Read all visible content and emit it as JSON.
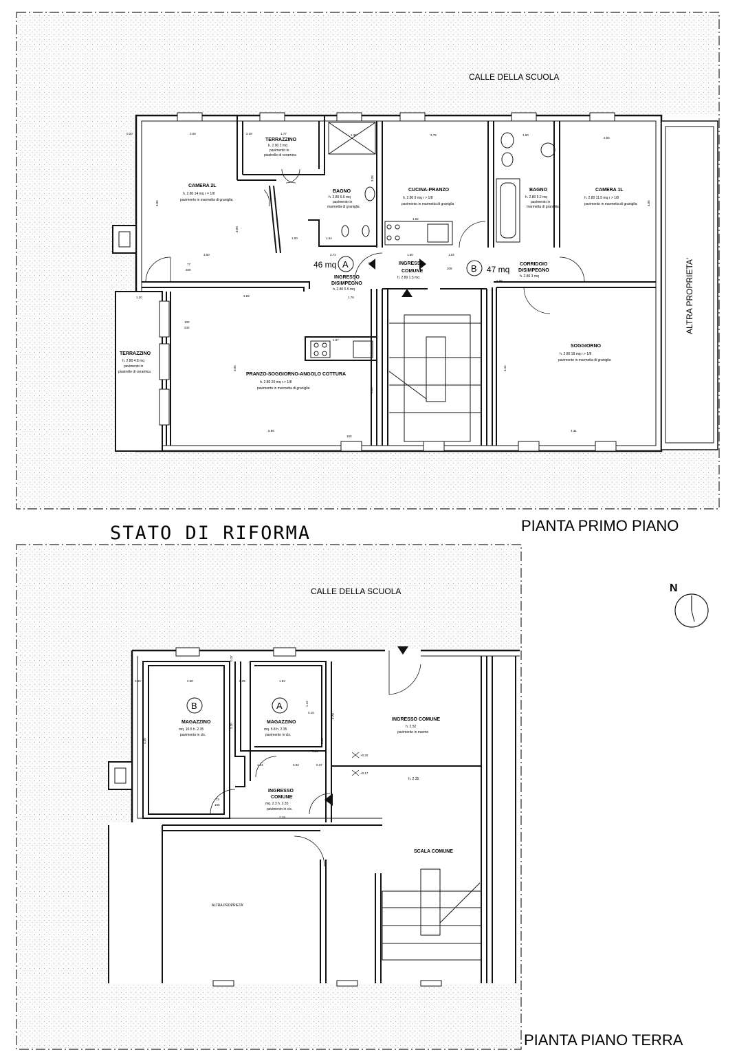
{
  "titles": {
    "stato": "STATO DI RIFORMA",
    "primo_piano": "PIANTA PRIMO PIANO",
    "piano_terra": "PIANTA PIANO TERRA"
  },
  "north": {
    "label": "N",
    "icon": "north-arrow-icon"
  },
  "first_floor": {
    "street": "CALLE DELLA SCUOLA",
    "altra_proprieta": "ALTRA PROPRIETA'",
    "unit_a": {
      "letter": "A",
      "area": "46 mq"
    },
    "unit_b": {
      "letter": "B",
      "area": "47 mq"
    },
    "rooms": {
      "camera2l": {
        "name": "CAMERA 2L",
        "line1": "h. 2.80   14 mq    r = 1/8",
        "line2": "pavimento in marmetta di graniglia"
      },
      "terrazzino_top": {
        "name": "TERRAZZINO",
        "line1": "h. 2.90   2 mq",
        "line2": "pavimento in",
        "line3": "piastrelle di ceramica"
      },
      "bagno_a": {
        "name": "BAGNO",
        "line1": "h. 2.80   6.5 mq",
        "line2": "pavimento in",
        "line3": "marmetta di graniglia"
      },
      "cucina": {
        "name": "CUCINA-PRANZO",
        "line1": "h. 2.80   9 mq    r > 1/8",
        "line2": "pavimento in marmetta di graniglia"
      },
      "bagno_b": {
        "name": "BAGNO",
        "line1": "h. 2.80   5.2 mq",
        "line2": "pavimento in",
        "line3": "marmetta di graniglia"
      },
      "camera1l": {
        "name": "CAMERA 1L",
        "line1": "h. 2.80   11.5 mq   r > 1/8",
        "line2": "pavimento in marmetta di graniglia"
      },
      "ingresso_dis": {
        "name": "INGRESSO",
        "name2": "DISIMPEGNO",
        "line1": "h. 2.80   5.5 mq"
      },
      "ingresso_comune": {
        "name": "INGRESSO",
        "name2": "COMUNE",
        "line1": "h. 2.80   1.5 mq"
      },
      "corridoio": {
        "name": "CORRIDOIO",
        "name2": "DISIMPEGNO",
        "line1": "h. 2.80   3 mq"
      },
      "terrazzino_left": {
        "name": "TERRAZZINO",
        "line1": "h. 2.80   4.8 mq",
        "line2": "pavimento in",
        "line3": "piastrelle di ceramica"
      },
      "pranzo": {
        "name": "PRANZO-SOGGIORNO-ANGOLO COTTURA",
        "line1": "h. 2.80   20 mq    r > 1/8",
        "line2": "pavimento in marmetta di graniglia"
      },
      "soggiorno": {
        "name": "SOGGIORNO",
        "line1": "h. 2.80   18 mq    r > 1/8",
        "line2": "pavimento in marmetta di graniglia"
      }
    },
    "dims": {
      "d1": "2.69",
      "d2": "1.77",
      "d3": "1.30",
      "d4": "3.75",
      "d5": "1.60",
      "d6": "2.84",
      "d7": "3.50",
      "d8": "2.72",
      "d9": "1.50",
      "d10": "1.04",
      "d11": "2.98",
      "d12": "1.20",
      "d13": "3.83",
      "d14": "1.76",
      "d15": "1.87",
      "d16": "5.86",
      "d17": "4.31",
      "d18": "3.95",
      "d19": "4.14",
      "d20": "1.62",
      "d21": "1.00",
      "d22": "1.54",
      "d23": "0.39",
      "d24": "3.28",
      "d25": "3.00",
      "d26": "4.86",
      "d27": "1.00",
      "d28": "4.86",
      "d29": "2.80",
      "d30": "0.20",
      "door_77": "77",
      "door_200": "200",
      "door_80": "80",
      "door_208": "208",
      "win_100": "100",
      "win_240": "240",
      "win_150": "150"
    }
  },
  "ground_floor": {
    "street": "CALLE DELLA SCUOLA",
    "altra_proprieta": "ALTRA PROPRIETA'",
    "unit_a": {
      "letter": "A"
    },
    "unit_b": {
      "letter": "B"
    },
    "rooms": {
      "magazzino_b": {
        "name": "MAGAZZINO",
        "line1": "mq. 10.5   h. 2.35",
        "line2": "pavimento in cls."
      },
      "magazzino_a": {
        "name": "MAGAZZINO",
        "line1": "mq. 5.8   h. 2.35",
        "line2": "pavimento in cls."
      },
      "ingresso_pt": {
        "name": "INGRESSO",
        "name2": "COMUNE",
        "line1": "mq. 2.3   h. 2.35",
        "line2": "pavimento in cls."
      },
      "ingresso_comune": {
        "name": "INGRESSO COMUNE",
        "line1": "h. 2.52",
        "line2": "pavimento in marmo"
      },
      "h235": {
        "line1": "h. 2.35"
      },
      "scala": {
        "name": "SCALA COMUNE"
      }
    },
    "dims": {
      "g1": "2.50",
      "g2": "1.83",
      "g3": "0.40",
      "g4": "0.28",
      "g5": "0.27",
      "g6": "4.20",
      "g7": "3.20",
      "g8": "4.20",
      "g9": "2.70",
      "g10": "1.12",
      "g11": "1.01",
      "g12": "0.92",
      "g13": "0.37",
      "g14": "2.19",
      "g15": "0.16",
      "g16": "+0.20",
      "g17": "+0.17",
      "g18": "73",
      "g19": "190",
      "g20": "0.26"
    }
  }
}
